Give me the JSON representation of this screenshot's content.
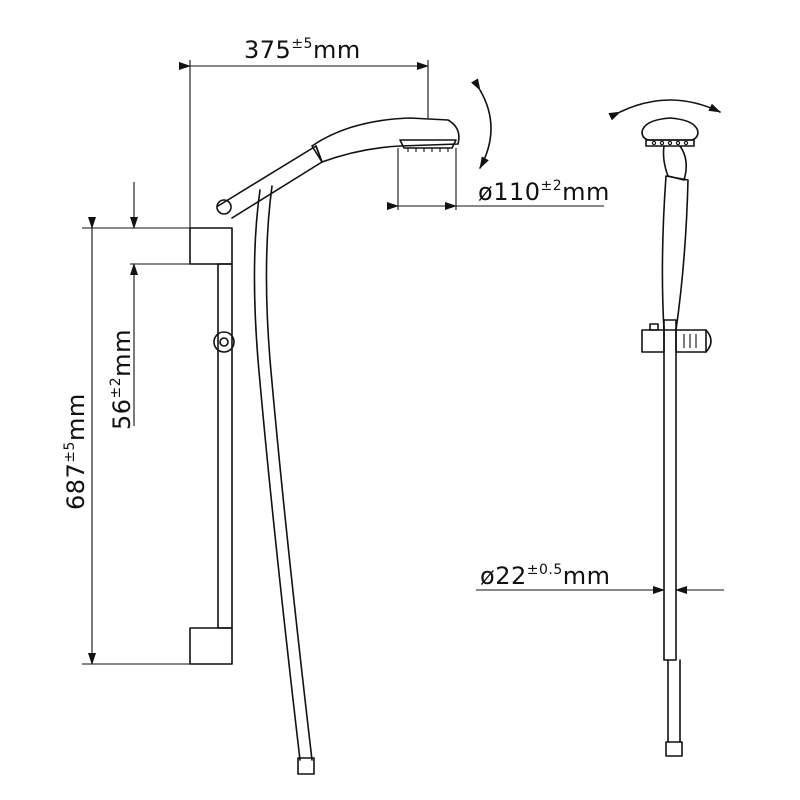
{
  "dimensions": {
    "width_offset": {
      "value": "375",
      "tolerance": "±5",
      "unit": "mm"
    },
    "head_diameter": {
      "symbol": "ø",
      "value": "110",
      "tolerance": "±2",
      "unit": "mm"
    },
    "rail_height": {
      "value": "687",
      "tolerance": "±5",
      "unit": "mm"
    },
    "bracket_offset": {
      "value": "56",
      "tolerance": "±2",
      "unit": "mm"
    },
    "rail_diameter": {
      "symbol": "ø",
      "value": "22",
      "tolerance": "±0.5",
      "unit": "mm"
    }
  },
  "icons": {
    "rotation_side": "curved-double-arrow-icon",
    "rotation_top": "curved-double-arrow-icon"
  },
  "colors": {
    "line": "#111111",
    "background": "#ffffff"
  }
}
